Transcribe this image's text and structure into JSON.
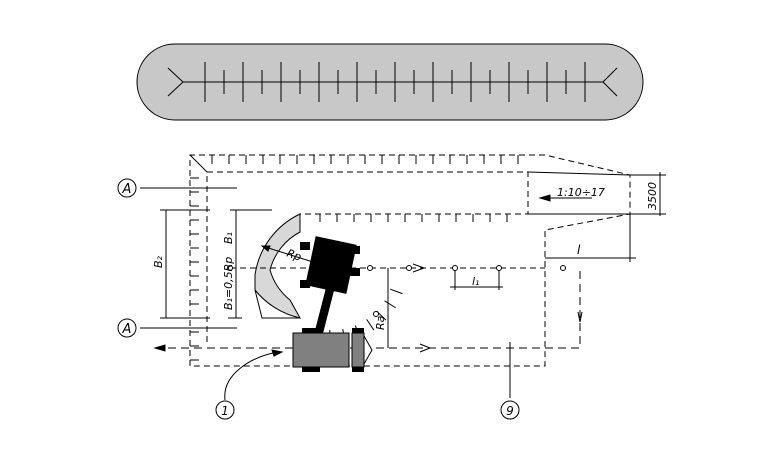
{
  "labels": {
    "section_a_top": "A",
    "section_a_bottom": "A",
    "b2": "B₂",
    "b1": "B₁",
    "b1_formula": "B₁=0,5Rp",
    "rp": "Rp",
    "ra": "Ra",
    "l1": "l₁",
    "l": "l",
    "width_3500": "3500",
    "slope": "1:10÷17",
    "callout_1": "1",
    "callout_9": "9"
  },
  "colors": {
    "fill_gray": "#c8c8c8",
    "truck_gray": "#808080",
    "ink": "#000000"
  }
}
